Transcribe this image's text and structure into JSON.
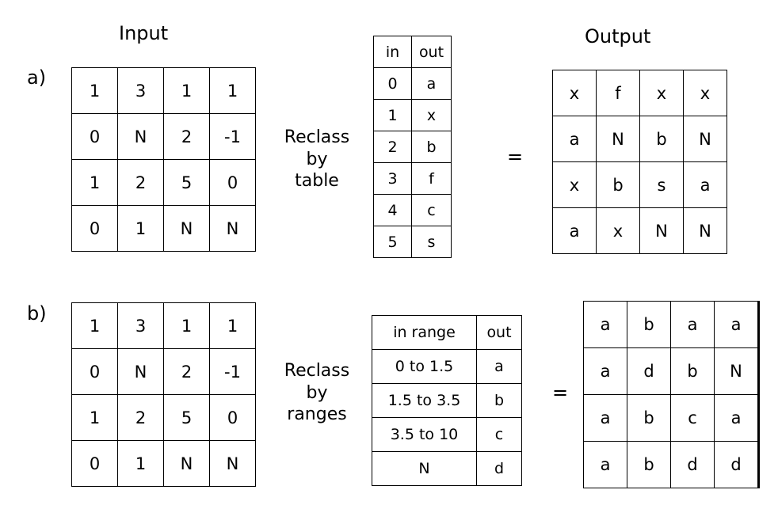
{
  "labels": {
    "input": "Input",
    "output": "Output",
    "part_a": "a)",
    "part_b": "b)",
    "equals": "="
  },
  "part_a": {
    "input_grid": [
      [
        "1",
        "3",
        "1",
        "1"
      ],
      [
        "0",
        "N",
        "2",
        "-1"
      ],
      [
        "1",
        "2",
        "5",
        "0"
      ],
      [
        "0",
        "1",
        "N",
        "N"
      ]
    ],
    "method_label": "Reclass\nby\ntable",
    "lookup": {
      "headers": [
        "in",
        "out"
      ],
      "rows": [
        [
          "0",
          "a"
        ],
        [
          "1",
          "x"
        ],
        [
          "2",
          "b"
        ],
        [
          "3",
          "f"
        ],
        [
          "4",
          "c"
        ],
        [
          "5",
          "s"
        ]
      ]
    },
    "output_grid": [
      [
        "x",
        "f",
        "x",
        "x"
      ],
      [
        "a",
        "N",
        "b",
        "N"
      ],
      [
        "x",
        "b",
        "s",
        "a"
      ],
      [
        "a",
        "x",
        "N",
        "N"
      ]
    ]
  },
  "part_b": {
    "input_grid": [
      [
        "1",
        "3",
        "1",
        "1"
      ],
      [
        "0",
        "N",
        "2",
        "-1"
      ],
      [
        "1",
        "2",
        "5",
        "0"
      ],
      [
        "0",
        "1",
        "N",
        "N"
      ]
    ],
    "method_label": "Reclass\nby\nranges",
    "lookup": {
      "headers": [
        "in range",
        "out"
      ],
      "rows": [
        [
          "0 to 1.5",
          "a"
        ],
        [
          "1.5 to 3.5",
          "b"
        ],
        [
          "3.5 to 10",
          "c"
        ],
        [
          "N",
          "d"
        ]
      ]
    },
    "output_grid": [
      [
        "a",
        "b",
        "a",
        "a"
      ],
      [
        "a",
        "d",
        "b",
        "N"
      ],
      [
        "a",
        "b",
        "c",
        "a"
      ],
      [
        "a",
        "b",
        "d",
        "d"
      ]
    ]
  }
}
